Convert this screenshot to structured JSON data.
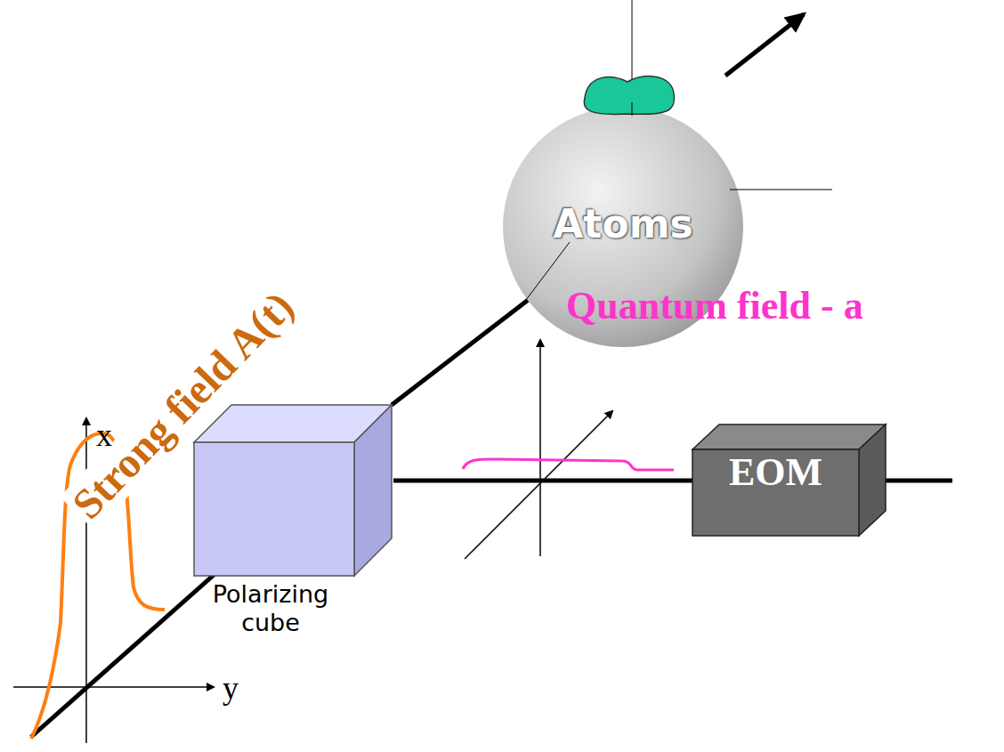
{
  "diagram": {
    "nodes": [
      {
        "text": [
          "Polarizing cube"
        ]
      },
      {
        "text": [
          "Atoms"
        ]
      },
      {
        "text": [
          "EOM"
        ]
      }
    ],
    "edges": [
      {
        "from": 0,
        "to": 1,
        "arrow": "none"
      },
      {
        "from": 0,
        "to": 2,
        "arrow": "none"
      }
    ],
    "labels": [
      "Strong field A(t)",
      "x",
      "y",
      "Quantum field - a"
    ]
  }
}
